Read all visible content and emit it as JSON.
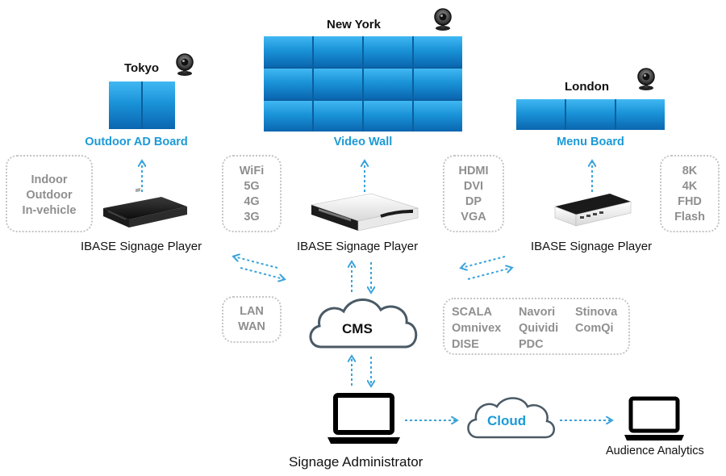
{
  "diagram": {
    "displays": {
      "tokyo": {
        "city": "Tokyo",
        "label": "Outdoor AD Board"
      },
      "newyork": {
        "city": "New York",
        "label": "Video Wall"
      },
      "london": {
        "city": "London",
        "label": "Menu Board"
      }
    },
    "players": {
      "left": "IBASE Signage Player",
      "center": "IBASE Signage Player",
      "right": "IBASE Signage Player"
    },
    "tags": {
      "environment": [
        "Indoor",
        "Outdoor",
        "In-vehicle"
      ],
      "wireless": [
        "WiFi",
        "5G",
        "4G",
        "3G"
      ],
      "video_outputs": [
        "HDMI",
        "DVI",
        "DP",
        "VGA"
      ],
      "resolutions": [
        "8K",
        "4K",
        "FHD",
        "Flash"
      ],
      "network": [
        "LAN",
        "WAN"
      ],
      "cms_software": [
        "SCALA",
        "Navori",
        "Stinova",
        "Omnivex",
        "Quividi",
        "ComQi",
        "DISE",
        "PDC"
      ]
    },
    "cms": "CMS",
    "cloud": "Cloud",
    "admin": "Signage Administrator",
    "analytics": "Audience Analytics",
    "colors": {
      "accent": "#1c9ad6",
      "screen": "#1a93d8",
      "tag_text": "#8f8f8f",
      "tag_border": "#c4c4c4"
    },
    "icons": [
      "webcam-icon",
      "signage-player-device",
      "laptop-icon",
      "cloud-shape"
    ]
  }
}
